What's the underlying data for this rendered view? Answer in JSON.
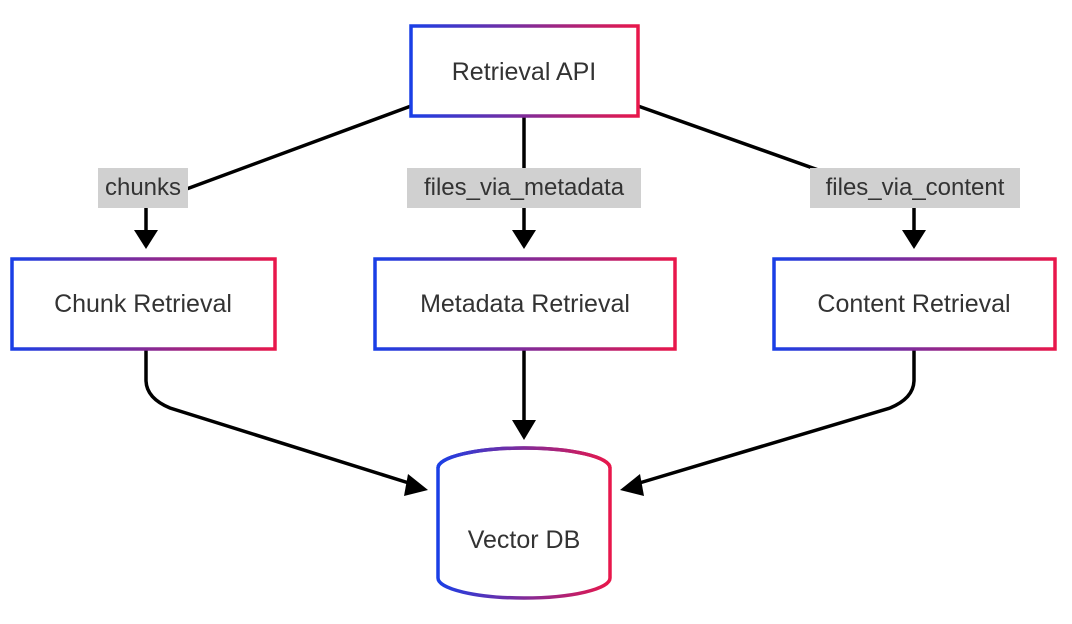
{
  "gradient": {
    "start": "#1a3fe6",
    "end": "#e8174b"
  },
  "nodes": {
    "retrieval_api": "Retrieval API",
    "chunk_retrieval": "Chunk Retrieval",
    "metadata_retrieval": "Metadata Retrieval",
    "content_retrieval": "Content Retrieval",
    "vector_db": "Vector DB"
  },
  "edges": {
    "chunks": "chunks",
    "files_via_metadata": "files_via_metadata",
    "files_via_content": "files_via_content"
  }
}
